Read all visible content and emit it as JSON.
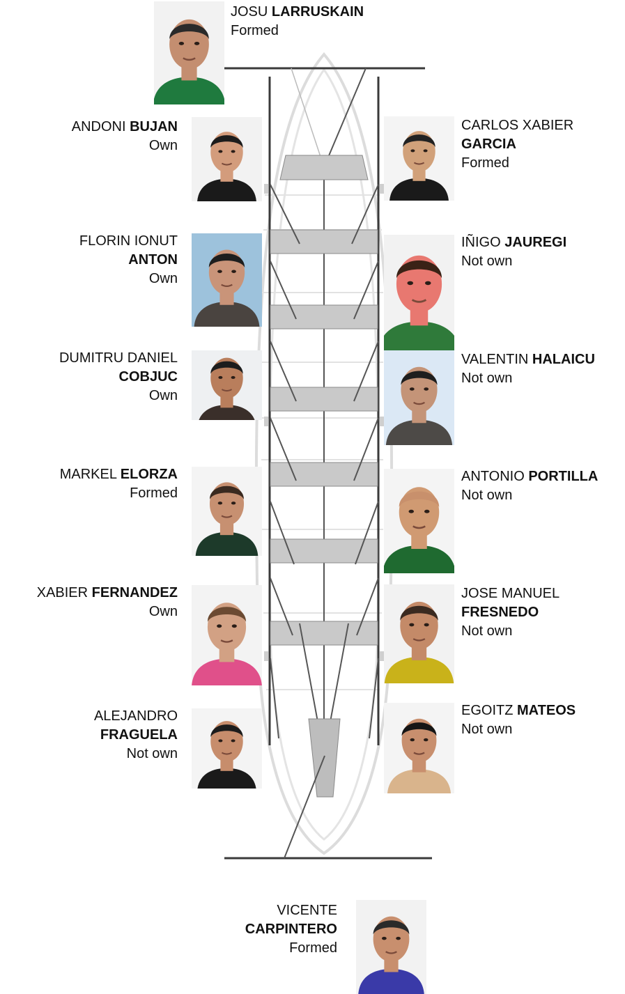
{
  "coxswain": {
    "first": "JOSU",
    "last": "LARRUSKAIN",
    "status": "Formed",
    "colors": {
      "bg": "#f2f2f2",
      "skin": "#c48e70",
      "hair": "#2a2a2a",
      "shirt": "#1f7a3e"
    }
  },
  "left_rowers": [
    {
      "first": "ANDONI",
      "last": "BUJAN",
      "status": "Own",
      "colors": {
        "bg": "#f2f2f2",
        "skin": "#d39c7c",
        "hair": "#1c1c1c",
        "shirt": "#1a1a1a"
      }
    },
    {
      "first": "FLORIN IONUT",
      "last": "ANTON",
      "status": "Own",
      "colors": {
        "bg": "#9dc2dc",
        "skin": "#c99479",
        "hair": "#1e1e1e",
        "shirt": "#4a4440"
      }
    },
    {
      "first": "DUMITRU DANIEL",
      "last": "COBJUC",
      "status": "Own",
      "colors": {
        "bg": "#eef0f2",
        "skin": "#b97e5c",
        "hair": "#1d1d1d",
        "shirt": "#3a2f2a"
      }
    },
    {
      "first": "MARKEL",
      "last": "ELORZA",
      "status": "Formed",
      "colors": {
        "bg": "#f4f4f4",
        "skin": "#c79071",
        "hair": "#3a2a20",
        "shirt": "#1d3a2a"
      }
    },
    {
      "first": "XABIER",
      "last": "FERNANDEZ",
      "status": "Own",
      "colors": {
        "bg": "#f3f3f3",
        "skin": "#d2a184",
        "hair": "#6b4a32",
        "shirt": "#e0508a"
      }
    },
    {
      "first": "ALEJANDRO",
      "last": "FRAGUELA",
      "status": "Not own",
      "colors": {
        "bg": "#f4f4f4",
        "skin": "#c78d6c",
        "hair": "#1c1c1c",
        "shirt": "#1a1a1a"
      }
    }
  ],
  "right_rowers": [
    {
      "first": "CARLOS XABIER",
      "last": "GARCIA",
      "status": "Formed",
      "colors": {
        "bg": "#f4f4f4",
        "skin": "#d1a17a",
        "hair": "#222222",
        "shirt": "#1a1a1a"
      }
    },
    {
      "first": "IÑIGO",
      "last": "JAUREGI",
      "status": "Not own",
      "colors": {
        "bg": "#f2f2f2",
        "skin": "#e87870",
        "hair": "#3a2216",
        "shirt": "#2f7a3a"
      }
    },
    {
      "first": "VALENTIN",
      "last": "HALAICU",
      "status": "Not own",
      "colors": {
        "bg": "#dbe8f5",
        "skin": "#c49478",
        "hair": "#1e1e1e",
        "shirt": "#4d4a47"
      }
    },
    {
      "first": "ANTONIO",
      "last": "PORTILLA",
      "status": "Not own",
      "colors": {
        "bg": "#f4f4f4",
        "skin": "#d09a72",
        "hair": "#c8906c",
        "shirt": "#1f6a30"
      }
    },
    {
      "first": "JOSE MANUEL",
      "last": "FRESNEDO",
      "status": "Not own",
      "colors": {
        "bg": "#f2f2f2",
        "skin": "#c48a68",
        "hair": "#3a2a20",
        "shirt": "#c9b21a"
      }
    },
    {
      "first": "EGOITZ",
      "last": "MATEOS",
      "status": "Not own",
      "colors": {
        "bg": "#f4f4f4",
        "skin": "#c88f6e",
        "hair": "#151515",
        "shirt": "#d9b48c"
      }
    }
  ],
  "bow": {
    "first": "VICENTE",
    "last": "CARPINTERO",
    "status": "Formed",
    "colors": {
      "bg": "#f2f2f2",
      "skin": "#c88f6e",
      "hair": "#2a2a2a",
      "shirt": "#3a3aa8"
    }
  },
  "boat_colors": {
    "hull": "#d8d8d8",
    "rail": "#3a3a3a",
    "seat": "#c9c9c9",
    "rudder": "#bdbdbd"
  }
}
